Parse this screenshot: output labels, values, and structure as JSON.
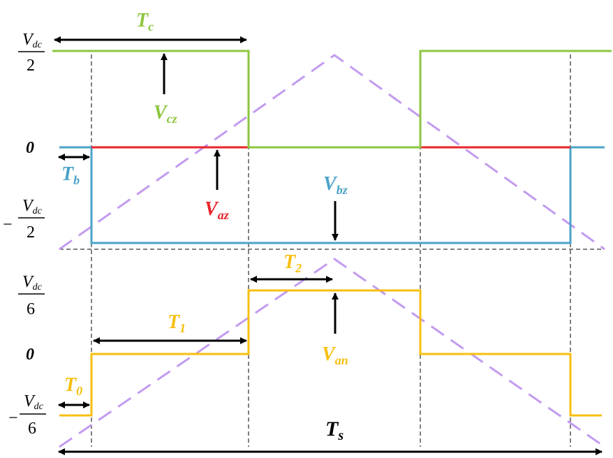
{
  "colors": {
    "green": "#8dc63f",
    "red": "#e8232a",
    "blue": "#4aa3c8",
    "yellow": "#f7bf0f",
    "purple": "#c39bf0",
    "black": "#000000"
  },
  "axis_labels": {
    "top_plus_num": "V",
    "top_plus_sub": "dc",
    "top_plus_den": "2",
    "top_zero": "0",
    "top_minus_sign": "−",
    "top_minus_num": "V",
    "top_minus_sub": "dc",
    "top_minus_den": "2",
    "bot_plus_num": "V",
    "bot_plus_sub": "dc",
    "bot_plus_den": "6",
    "bot_zero": "0",
    "bot_minus_sign": "−",
    "bot_minus_num": "V",
    "bot_minus_sub": "dc",
    "bot_minus_den": "6"
  },
  "labels": {
    "tc_main": "T",
    "tc_sub": "c",
    "tb_main": "T",
    "tb_sub": "b",
    "t1_main": "T",
    "t1_sub": "1",
    "t2_main": "T",
    "t2_sub": "2",
    "t0_main": "T",
    "t0_sub": "0",
    "ts_main": "T",
    "ts_sub": "s",
    "vcz_main": "V",
    "vcz_sub": "cz",
    "vaz_main": "V",
    "vaz_sub": "az",
    "vbz_main": "V",
    "vbz_sub": "bz",
    "van_main": "V",
    "van_sub": "an"
  }
}
